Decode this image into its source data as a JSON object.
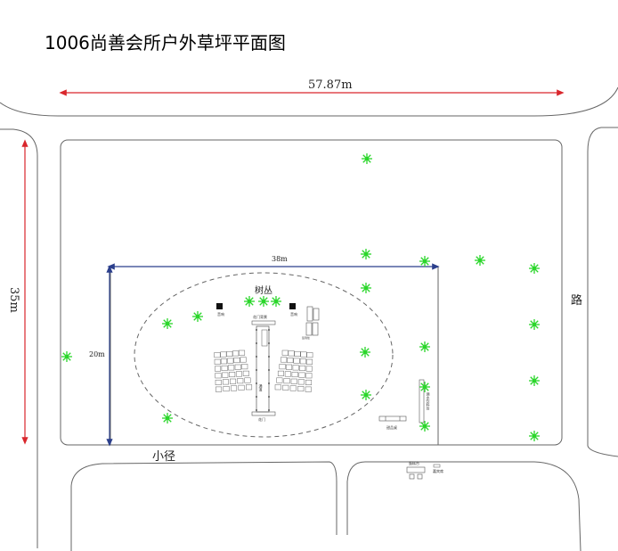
{
  "title": "1006尚善会所户外草坪平面图",
  "dimensions": {
    "total_width": "57.87m",
    "total_depth": "35m",
    "area_width": "38m",
    "area_depth": "20m"
  },
  "labels": {
    "shrubs": "树丛",
    "road_right": "路",
    "path_bottom": "小径",
    "speaker_left": "音响",
    "speaker_right": "音响",
    "flower_gate_backdrop": "花门背景",
    "aisle": "通道",
    "flower_gate": "花门",
    "sign_desk": "签到处",
    "dessert_table": "甜品桌",
    "cake_table": "蛋糕台",
    "guest_area": "嘉宾席",
    "right_side_table": "酒水饮料台"
  },
  "colors": {
    "dimension_red": "#d9262c",
    "dimension_blue": "#2b3f8c",
    "tree_green": "#2bd62b",
    "outline": "#555555"
  }
}
